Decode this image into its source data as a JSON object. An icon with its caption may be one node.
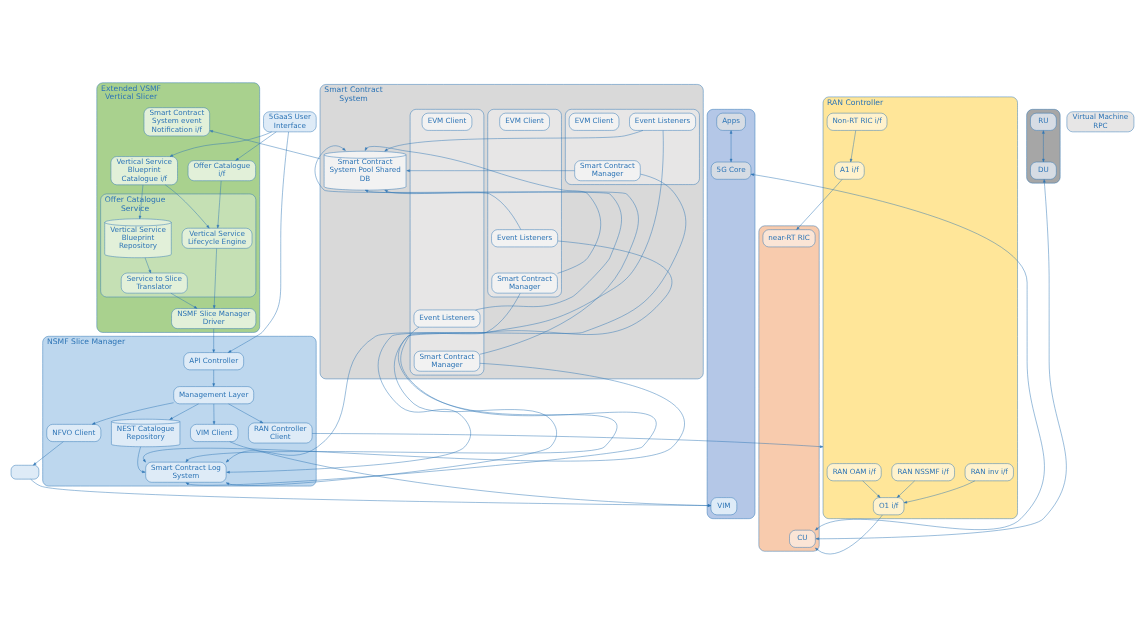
{
  "diagram": {
    "nodes": [
      {
        "text": [
          "5GaaS User Interface"
        ]
      },
      {
        "text": [
          "Extended VSMF Vertical Slicer"
        ]
      },
      {
        "text": [
          "Offer Catalogue i/f"
        ],
        "in": 1
      },
      {
        "text": [
          "Vertical Service Blueprint Catalogue i/f"
        ],
        "in": 1
      },
      {
        "text": [
          "Smart Contract System event Notification i/f"
        ],
        "in": 1
      },
      {
        "text": [
          "Offer Catalogue Service"
        ],
        "in": 1
      },
      {
        "text": [
          "Vertical Service Lifecycle Engine"
        ],
        "in": 5
      },
      {
        "text": [
          "Service to Slice Translator"
        ],
        "in": 5
      },
      {
        "text": [
          "Vertical Service Blueprint Repository"
        ],
        "in": 5
      },
      {
        "text": [
          "NSMF Slice Manager Driver"
        ],
        "in": 1
      },
      {
        "text": [
          "Smart Contract System"
        ]
      },
      {
        "text": [
          "Smart Contract System Pool Shared DB"
        ],
        "in": 10
      },
      {
        "text": [],
        "shape": "box",
        "in": 10
      },
      {
        "text": [
          "Event Listeners"
        ],
        "in": 12
      },
      {
        "text": [
          "Smart Contract Manager"
        ],
        "in": 12
      },
      {
        "text": [
          "EVM Client"
        ],
        "in": 12
      },
      {
        "text": [],
        "shape": "box",
        "in": 10
      },
      {
        "text": [
          "Event Listeners"
        ],
        "in": 16
      },
      {
        "text": [
          "Smart Contract Manager"
        ],
        "in": 16
      },
      {
        "text": [
          "EVM Client"
        ],
        "in": 16
      },
      {
        "text": [],
        "shape": "box",
        "in": 10
      },
      {
        "text": [
          "Event Listeners"
        ],
        "in": 20
      },
      {
        "text": [
          "Smart Contract Manager"
        ],
        "in": 20
      },
      {
        "text": [
          "EVM Client"
        ],
        "in": 20
      },
      {
        "text": [
          "Virtual Machine RPC"
        ]
      },
      {
        "text": [
          "NSMF Slice Manager"
        ]
      },
      {
        "text": [
          "API Controller"
        ],
        "in": 25
      },
      {
        "text": [
          "Smart Contract Log System"
        ],
        "in": 25
      },
      {
        "text": [
          "Management Layer"
        ],
        "in": 25
      },
      {
        "text": [
          "NEST Catalogue Repository"
        ],
        "in": 25
      },
      {
        "text": [
          "NFVO Client"
        ],
        "in": 25
      },
      {
        "text": [
          "VIM Client"
        ],
        "in": 25
      },
      {
        "text": [
          "RAN Controller Client"
        ],
        "in": 25
      },
      {
        "text": [],
        "shape": "box"
      },
      {
        "text": [],
        "shape": "box"
      },
      {
        "text": [
          "VIM"
        ],
        "in": 34
      },
      {
        "text": [
          "Apps"
        ],
        "in": 34
      },
      {
        "text": [
          "5G Core"
        ],
        "in": 34
      },
      {
        "text": [
          "RAN Controller"
        ]
      },
      {
        "text": [
          "RAN inv i/f"
        ],
        "in": 38
      },
      {
        "text": [
          "RAN NSSMF i/f"
        ],
        "in": 38
      },
      {
        "text": [
          "RAN OAM i/f"
        ],
        "in": 38
      },
      {
        "text": [
          "Non-RT RIC i/f"
        ],
        "in": 38
      },
      {
        "text": [
          "O1 i/f"
        ],
        "in": 38
      },
      {
        "text": [
          "A1 i/f"
        ],
        "in": 38
      },
      {
        "text": [],
        "shape": "box"
      },
      {
        "text": [
          "RU"
        ],
        "in": 45
      },
      {
        "text": [
          "DU"
        ],
        "in": 45
      },
      {
        "text": [],
        "shape": "box"
      },
      {
        "text": [
          "CU"
        ],
        "in": 48
      },
      {
        "text": [
          "near-RT RIC"
        ],
        "in": 48
      }
    ],
    "edges": [
      {
        "from": 0,
        "to": 2,
        "arrow": "to"
      },
      {
        "from": 0,
        "to": 3,
        "arrow": "to"
      },
      {
        "from": 0,
        "to": 26,
        "arrow": "to"
      },
      {
        "from": 2,
        "to": 6,
        "arrow": "to"
      },
      {
        "from": 3,
        "to": 6,
        "arrow": "to"
      },
      {
        "from": 3,
        "to": 8,
        "arrow": "to"
      },
      {
        "from": 8,
        "to": 7,
        "arrow": "to"
      },
      {
        "from": 6,
        "to": 9,
        "arrow": "to"
      },
      {
        "from": 7,
        "to": 9,
        "arrow": "to"
      },
      {
        "from": 9,
        "to": 26,
        "arrow": "to"
      },
      {
        "from": 10,
        "to": 4,
        "arrow": "to"
      },
      {
        "from": 13,
        "to": 11,
        "arrow": "to"
      },
      {
        "from": 14,
        "to": 11,
        "arrow": "to"
      },
      {
        "from": 17,
        "to": 11,
        "arrow": "to"
      },
      {
        "from": 18,
        "to": 11,
        "arrow": "to"
      },
      {
        "from": 21,
        "to": 11,
        "arrow": "to"
      },
      {
        "from": 22,
        "to": 11,
        "arrow": "to"
      },
      {
        "from": 13,
        "to": 27,
        "arrow": "to"
      },
      {
        "from": 14,
        "to": 27,
        "arrow": "to"
      },
      {
        "from": 17,
        "to": 27,
        "arrow": "to"
      },
      {
        "from": 18,
        "to": 27,
        "arrow": "to"
      },
      {
        "from": 21,
        "to": 27,
        "arrow": "to"
      },
      {
        "from": 22,
        "to": 27,
        "arrow": "to"
      },
      {
        "from": 26,
        "to": 28,
        "arrow": "to"
      },
      {
        "from": 28,
        "to": 29,
        "arrow": "to"
      },
      {
        "from": 29,
        "to": 27,
        "arrow": "to"
      },
      {
        "from": 28,
        "to": 30,
        "arrow": "to"
      },
      {
        "from": 28,
        "to": 31,
        "arrow": "to"
      },
      {
        "from": 28,
        "to": 32,
        "arrow": "to"
      },
      {
        "from": 30,
        "to": 33,
        "arrow": "to"
      },
      {
        "from": 31,
        "to": 35,
        "arrow": "to"
      },
      {
        "from": 33,
        "to": 35,
        "arrow": "to"
      },
      {
        "from": 32,
        "to": 38,
        "arrow": "to"
      },
      {
        "from": 39,
        "to": 43,
        "arrow": "to"
      },
      {
        "from": 40,
        "to": 43,
        "arrow": "to"
      },
      {
        "from": 41,
        "to": 43,
        "arrow": "to"
      },
      {
        "from": 42,
        "to": 44,
        "arrow": "to"
      },
      {
        "from": 36,
        "to": 37,
        "arrow": "both"
      },
      {
        "from": 37,
        "to": 49,
        "arrow": "both"
      },
      {
        "from": 46,
        "to": 47,
        "arrow": "both"
      },
      {
        "from": 47,
        "to": 49,
        "arrow": "both"
      },
      {
        "from": 43,
        "to": 49,
        "arrow": "to"
      },
      {
        "from": 44,
        "to": 50,
        "arrow": "to"
      }
    ]
  }
}
